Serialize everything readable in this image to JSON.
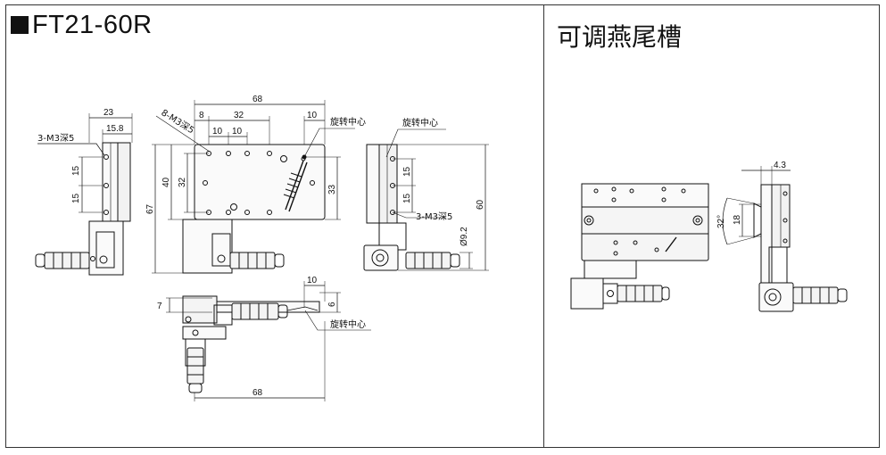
{
  "model": "FT21-60R",
  "feature": "可调燕尾槽",
  "dimensions": {
    "side_width": "23",
    "side_inner": "15.8",
    "side_tap": "3-M3深5",
    "side_pitch_a": "15",
    "side_pitch_b": "15",
    "top_width": "68",
    "top_edge": "8",
    "top_pitch": "32",
    "top_pitch_a": "10",
    "top_pitch_b": "10",
    "top_offset": "10",
    "top_tap": "8-M3深5",
    "top_height": "40",
    "top_inner_height": "32",
    "total_height": "67",
    "rot_height": "33",
    "rot_center_1": "旋转中心",
    "rot_center_2": "旋转中心",
    "right_pitch_a": "15",
    "right_pitch_b": "15",
    "right_tap": "3-M3深5",
    "right_total": "60",
    "knob_dia": "Ø9.2",
    "bottom_offset": "10",
    "bottom_thick": "7",
    "bottom_gap": "6",
    "bottom_center": "旋转中心",
    "bottom_width": "68",
    "dovetail_t": "4.3",
    "dovetail_h": "18",
    "dovetail_angle": "32°"
  }
}
